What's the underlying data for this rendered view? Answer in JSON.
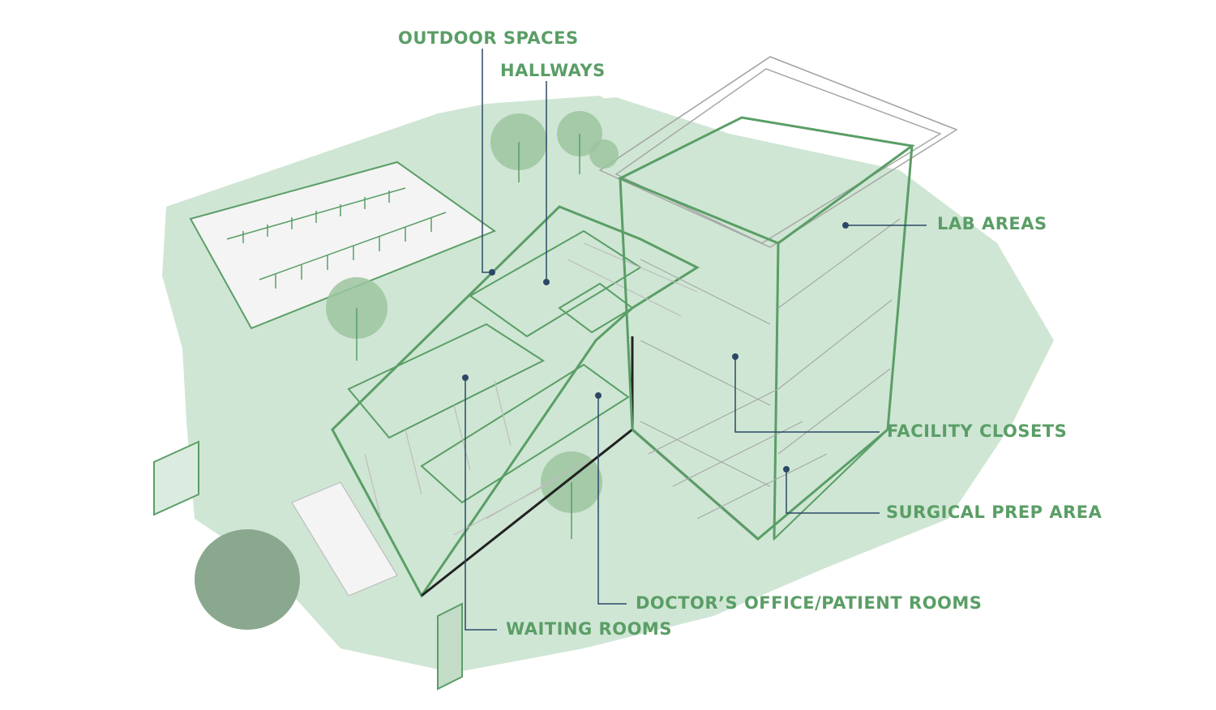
{
  "colors": {
    "accent": "#5a9e66",
    "wash": "#cfe6d4",
    "line": "#2c4866",
    "pencil": "#a8a8a8",
    "dark": "#222222"
  },
  "labels": {
    "outdoor_spaces": "OUTDOOR SPACES",
    "hallways": "HALLWAYS",
    "lab_areas": "LAB AREAS",
    "facility_closets": "FACILITY CLOSETS",
    "surgical_prep_area": "SURGICAL PREP AREA",
    "doctors_office": "DOCTOR’S OFFICE/PATIENT ROOMS",
    "waiting_rooms": "WAITING ROOMS"
  }
}
